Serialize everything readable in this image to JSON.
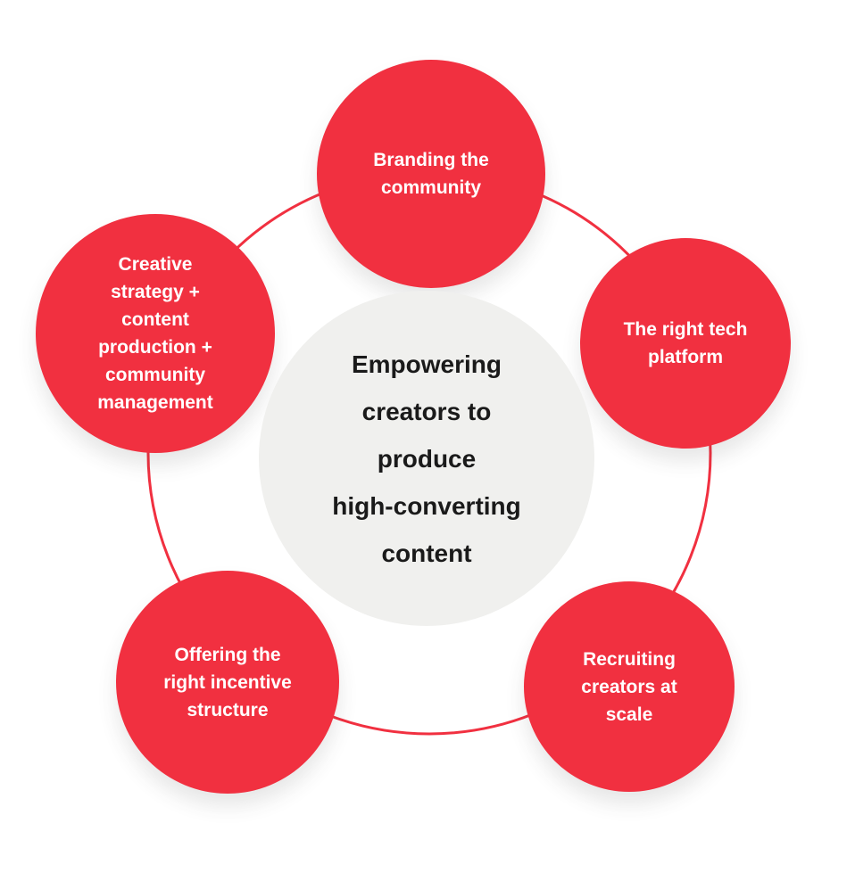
{
  "diagram": {
    "title": "Creator community flywheel diagram",
    "center": {
      "label": "Empowering\ncreators to\nproduce\nhigh-converting\ncontent"
    },
    "nodes": [
      {
        "id": "branding-the-community",
        "label": "Branding the\ncommunity",
        "position": "top"
      },
      {
        "id": "right-tech-platform",
        "label": "The right tech\nplatform",
        "position": "upper-right"
      },
      {
        "id": "recruiting-creators-at-scale",
        "label": "Recruiting\ncreators at\nscale",
        "position": "lower-right"
      },
      {
        "id": "offering-right-incentive-structure",
        "label": "Offering the\nright incentive\nstructure",
        "position": "lower-left"
      },
      {
        "id": "creative-strategy-production-management",
        "label": "Creative\nstrategy +\ncontent\nproduction +\ncommunity\nmanagement",
        "position": "upper-left"
      }
    ],
    "colors": {
      "node_fill": "#F13040",
      "ring_stroke": "#F13040",
      "center_fill": "#F0F0EE",
      "center_text": "#1A1A1A",
      "node_text": "#FFFFFF",
      "background": "#FFFFFF"
    }
  }
}
